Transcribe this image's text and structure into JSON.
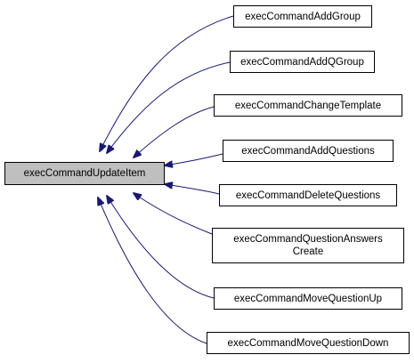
{
  "graph": {
    "edge_color": "#191970",
    "focus_node": {
      "label": "execCommandUpdateItem",
      "fill": "#bfbfbf"
    },
    "caller_nodes": [
      {
        "id": "n1",
        "label": "execCommandAddGroup"
      },
      {
        "id": "n2",
        "label": "execCommandAddQGroup"
      },
      {
        "id": "n3",
        "label": "execCommandChangeTemplate"
      },
      {
        "id": "n4",
        "label": "execCommandAddQuestions"
      },
      {
        "id": "n5",
        "label": "execCommandDeleteQuestions"
      },
      {
        "id": "n6",
        "label": "execCommandQuestionAnswers\nCreate"
      },
      {
        "id": "n7",
        "label": "execCommandMoveQuestionUp"
      },
      {
        "id": "n8",
        "label": "execCommandMoveQuestionDown"
      }
    ]
  }
}
